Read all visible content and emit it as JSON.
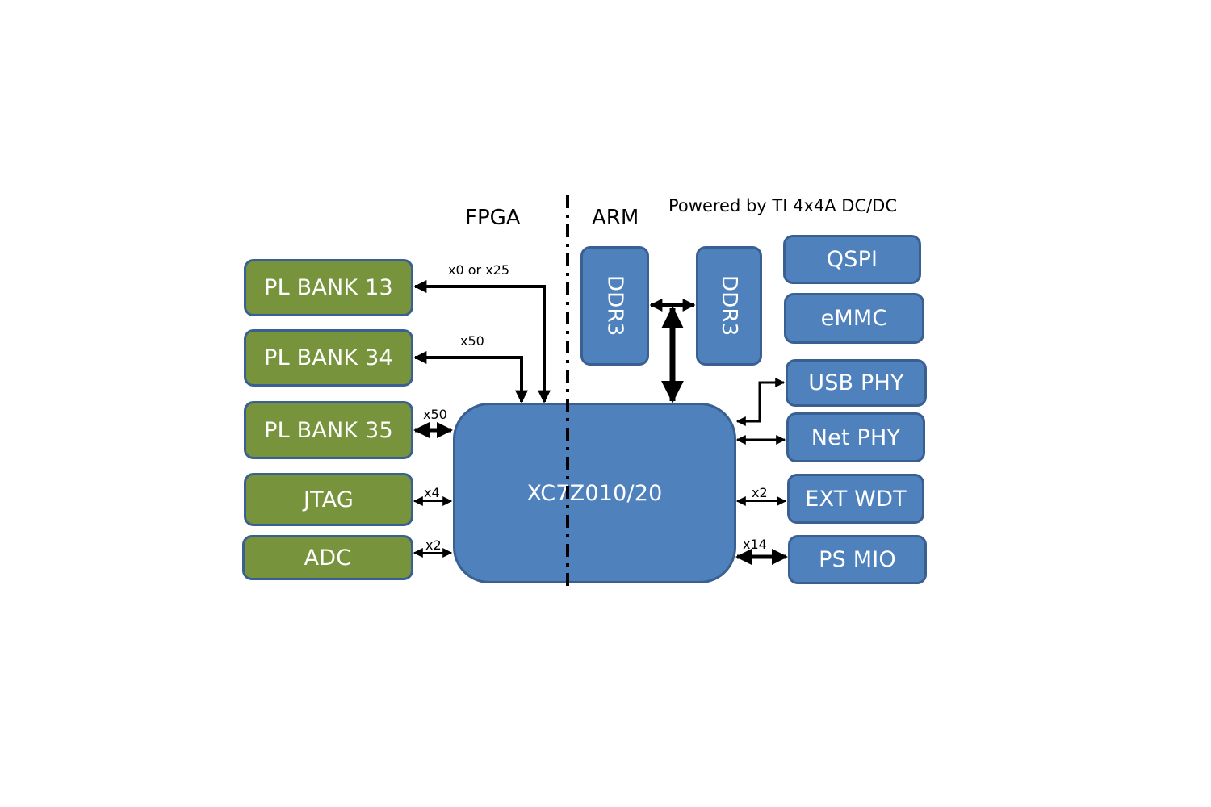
{
  "diagram": {
    "sections": {
      "fpga": "FPGA",
      "arm": "ARM",
      "power_note": "Powered by TI 4x4A DC/DC"
    },
    "fpga_blocks": [
      {
        "label": "PL BANK 13",
        "link": "x0 or x25"
      },
      {
        "label": "PL BANK 34",
        "link": "x50"
      },
      {
        "label": "PL BANK 35",
        "link": "x50"
      },
      {
        "label": "JTAG",
        "link": "x4"
      },
      {
        "label": "ADC",
        "link": "x2"
      }
    ],
    "main_chip": {
      "label": "XC7Z010/20"
    },
    "memory": [
      {
        "label": "DDR3"
      },
      {
        "label": "DDR3"
      }
    ],
    "peripherals": [
      {
        "label": "QSPI",
        "link": ""
      },
      {
        "label": "eMMC",
        "link": ""
      },
      {
        "label": "USB PHY",
        "link": ""
      },
      {
        "label": "Net PHY",
        "link": ""
      },
      {
        "label": "EXT WDT",
        "link": "x2"
      },
      {
        "label": "PS MIO",
        "link": "x14"
      }
    ],
    "colors": {
      "fpga_block": "#77933c",
      "arm_block": "#4f81bd",
      "border": "#3a5f91",
      "wire": "#000000"
    }
  }
}
